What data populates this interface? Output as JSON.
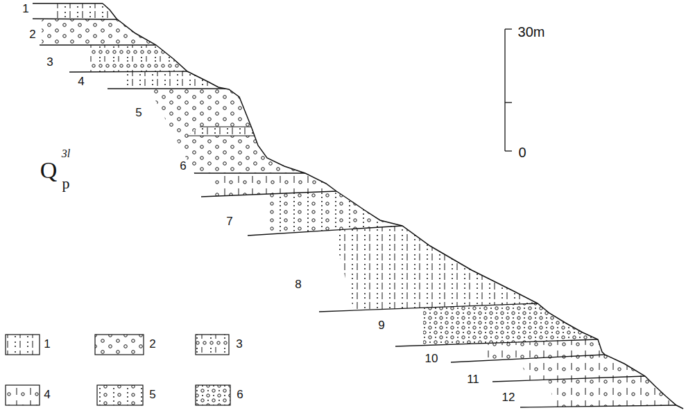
{
  "diagram": {
    "labels": [
      "1",
      "2",
      "3",
      "4",
      "5",
      "6",
      "7",
      "8",
      "9",
      "10",
      "11",
      "12",
      "Q",
      "3l",
      "p",
      "30m",
      "0"
    ],
    "legend": [
      {
        "text": "1"
      },
      {
        "text": "2"
      },
      {
        "text": "3"
      },
      {
        "text": "4"
      },
      {
        "text": "5"
      },
      {
        "text": "6"
      }
    ]
  }
}
